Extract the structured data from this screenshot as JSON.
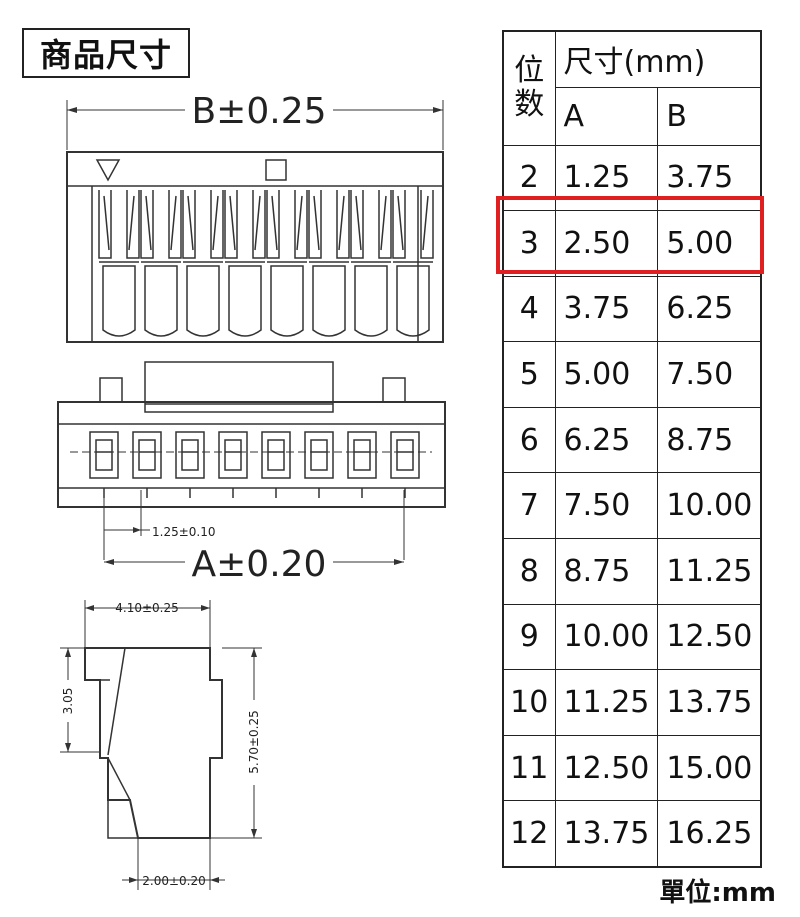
{
  "title": "商品尺寸",
  "dimensions": {
    "b": "B±0.25",
    "a": "A±0.20",
    "pitch": "1.25±0.10",
    "width_side": "4.10±0.25",
    "height_left": "3.05",
    "height_right": "5.70±0.25",
    "bottom": "2.00±0.20"
  },
  "table": {
    "pos_header_top": "位",
    "pos_header_bottom": "数",
    "size_header": "尺寸(mm)",
    "col_a": "A",
    "col_b": "B",
    "rows": [
      {
        "pos": "2",
        "a": "1.25",
        "b": "3.75"
      },
      {
        "pos": "3",
        "a": "2.50",
        "b": "5.00"
      },
      {
        "pos": "4",
        "a": "3.75",
        "b": "6.25"
      },
      {
        "pos": "5",
        "a": "5.00",
        "b": "7.50"
      },
      {
        "pos": "6",
        "a": "6.25",
        "b": "8.75"
      },
      {
        "pos": "7",
        "a": "7.50",
        "b": "10.00"
      },
      {
        "pos": "8",
        "a": "8.75",
        "b": "11.25"
      },
      {
        "pos": "9",
        "a": "10.00",
        "b": "12.50"
      },
      {
        "pos": "10",
        "a": "11.25",
        "b": "13.75"
      },
      {
        "pos": "11",
        "a": "12.50",
        "b": "15.00"
      },
      {
        "pos": "12",
        "a": "13.75",
        "b": "16.25"
      }
    ],
    "highlighted_pos": "3",
    "highlight_color": "#e02020"
  },
  "unit": "單位:mm"
}
